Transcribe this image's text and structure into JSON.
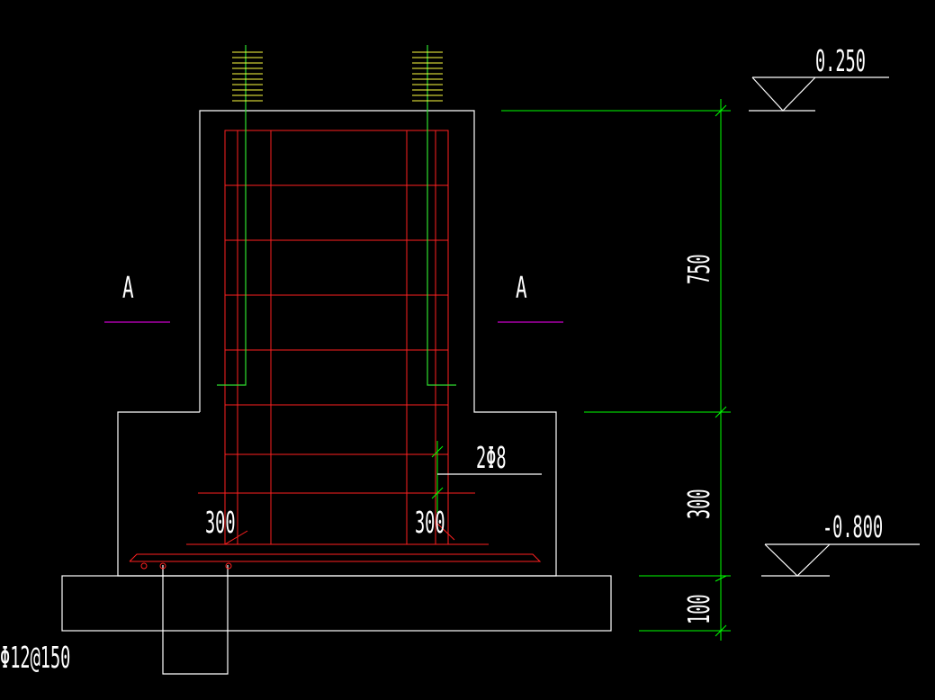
{
  "colors": {
    "background": "#000000",
    "outline": "#ffffff",
    "rebar": "#ff2020",
    "starter_bar": "#30e030",
    "hatch": "#ffff40",
    "section_line": "#cc00cc",
    "dimension": "#00ff00"
  },
  "section_marks": {
    "left": "A",
    "right": "A"
  },
  "elevations": {
    "top": "0.250",
    "bottom": "-0.800"
  },
  "dimensions": {
    "upper": "750",
    "middle": "300",
    "lower": "100"
  },
  "bar_labels": {
    "stirrup": "2Φ8",
    "cover_left": "300",
    "cover_right": "300",
    "bottom_mesh": "Φ12@150"
  }
}
